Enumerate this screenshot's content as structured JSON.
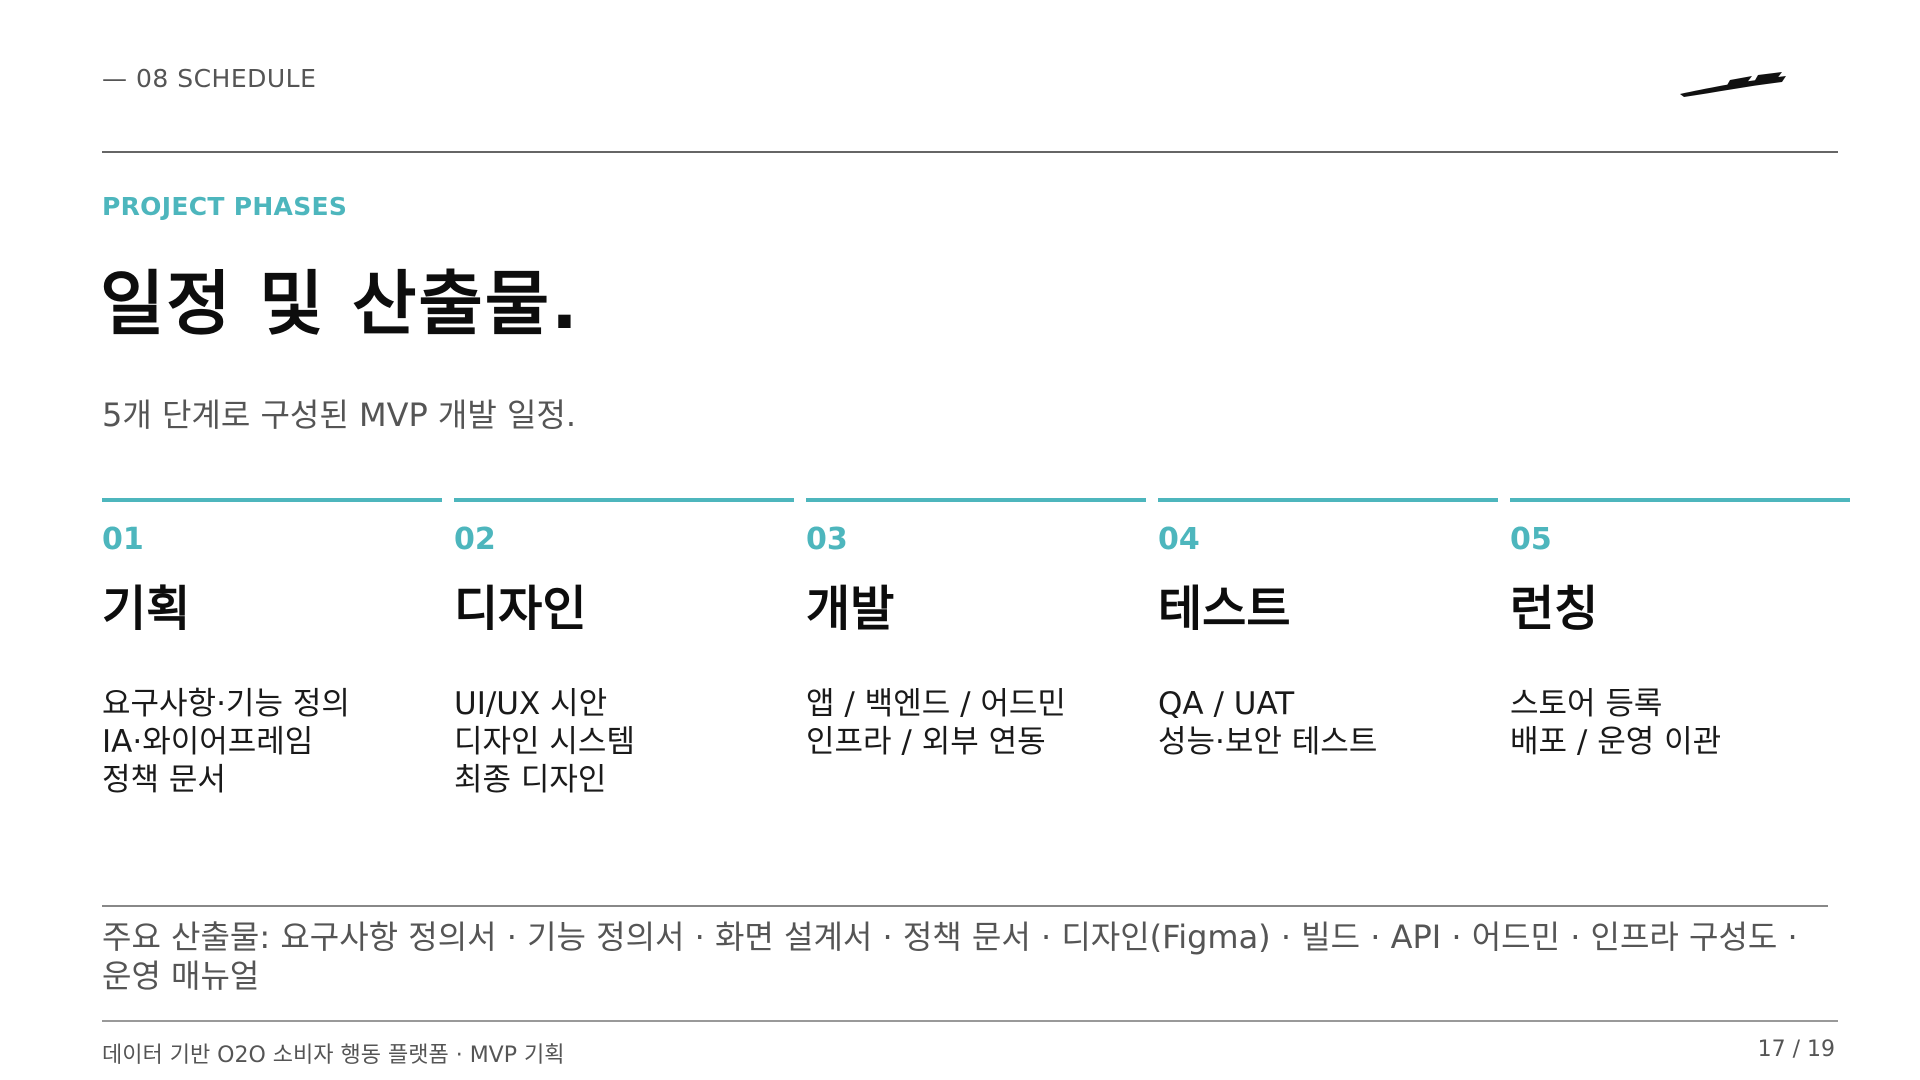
{
  "header": {
    "section_label": "— 08   SCHEDULE"
  },
  "eyebrow": "PROJECT PHASES",
  "title": "일정 및 산출물.",
  "subtitle": "5개 단계로 구성된 MVP 개발 일정.",
  "phases": [
    {
      "num": "01",
      "title": "기획",
      "items": [
        "요구사항·기능 정의",
        "IA·와이어프레임",
        "정책 문서"
      ]
    },
    {
      "num": "02",
      "title": "디자인",
      "items": [
        "UI/UX 시안",
        "디자인 시스템",
        "최종 디자인"
      ]
    },
    {
      "num": "03",
      "title": "개발",
      "items": [
        "앱 / 백엔드 / 어드민",
        "인프라 / 외부 연동"
      ]
    },
    {
      "num": "04",
      "title": "테스트",
      "items": [
        "QA / UAT",
        "성능·보안 테스트"
      ]
    },
    {
      "num": "05",
      "title": "런칭",
      "items": [
        "스토어 등록",
        "배포 / 운영 이관"
      ]
    }
  ],
  "deliverables": "주요 산출물: 요구사항 정의서 · 기능 정의서 · 화면 설계서 · 정책 문서 · 디자인(Figma) · 빌드 · API · 어드민 · 인프라 구성도 · 운영 매뉴얼",
  "footer": {
    "left": "데이터 기반 O2O 소비자 행동 플랫폼 · MVP 기획",
    "right": "17 / 19"
  },
  "colors": {
    "accent": "#4db6bd",
    "text": "#0d0d0d",
    "muted": "#555555"
  },
  "icons": {
    "logo": "brand-logo-icon"
  }
}
